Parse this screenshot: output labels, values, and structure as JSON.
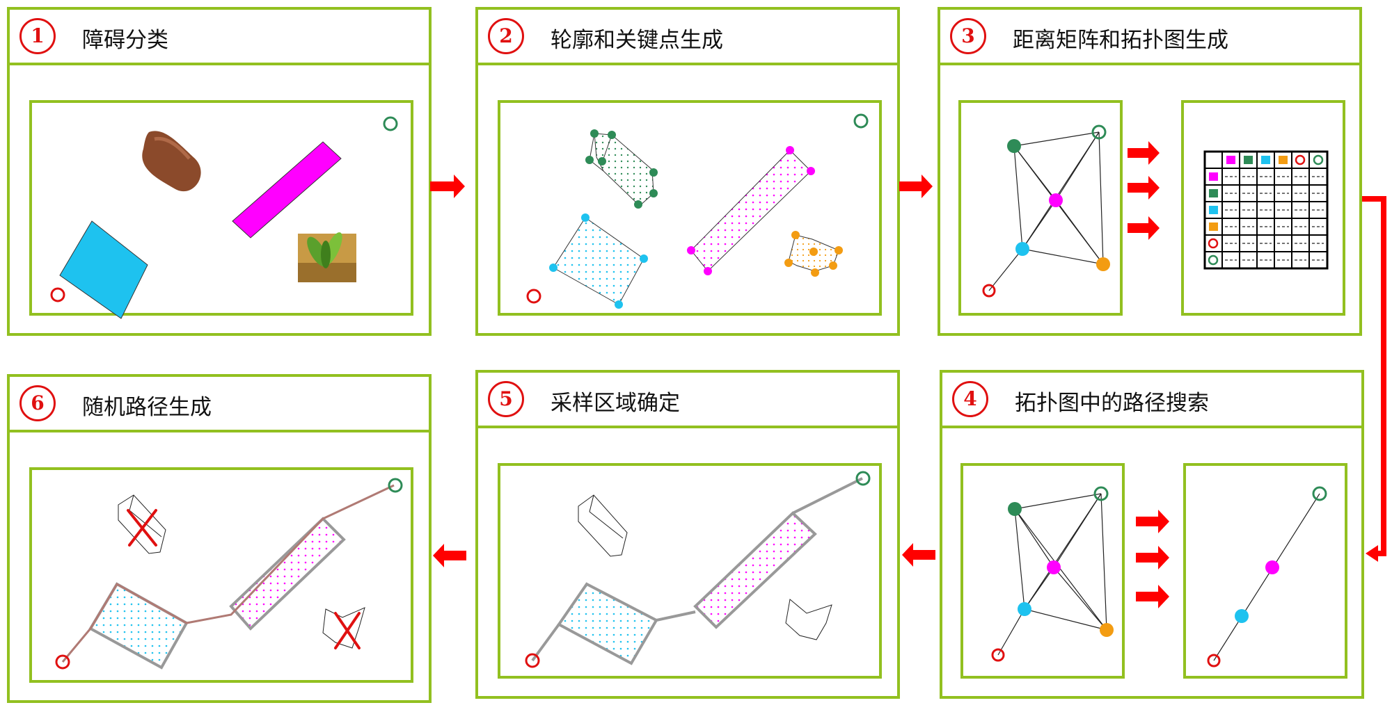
{
  "colors": {
    "panel_border": "#92c020",
    "arrow": "#ff0000",
    "start": "#e01010",
    "goal": "#2e8b57",
    "obstacle_cyan": "#1ec2ef",
    "obstacle_magenta": "#ff00ff",
    "obstacle_green": "#2e8b57",
    "obstacle_orange": "#f39c12",
    "stone": "#8b4a2b",
    "path": "#b07a74"
  },
  "panels": [
    {
      "step": "1",
      "title": "障碍分类"
    },
    {
      "step": "2",
      "title": "轮廓和关键点生成"
    },
    {
      "step": "3",
      "title": "距离矩阵和拓扑图生成"
    },
    {
      "step": "4",
      "title": "拓扑图中的路径搜索"
    },
    {
      "step": "5",
      "title": "采样区域确定"
    },
    {
      "step": "6",
      "title": "随机路径生成"
    }
  ],
  "legend": {
    "start_icon": "red-circle-icon",
    "goal_icon": "green-circle-icon",
    "flow_icon": "red-arrow-icon",
    "remove_icon": "red-cross-icon"
  }
}
